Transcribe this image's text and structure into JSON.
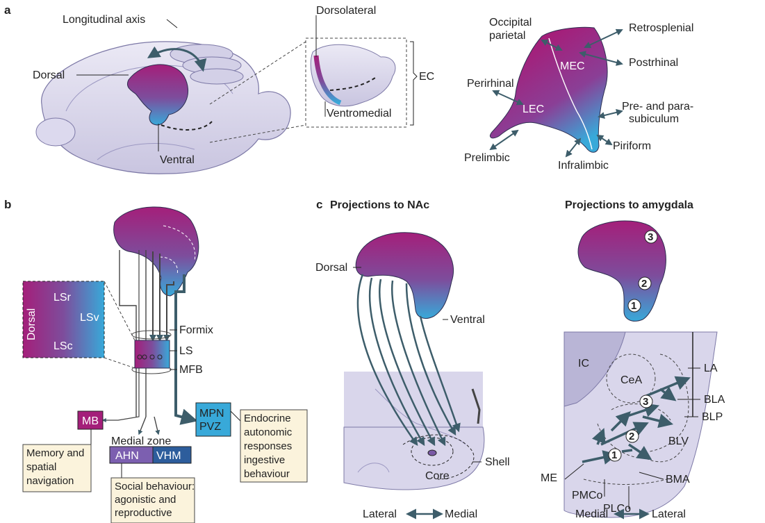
{
  "panel_a": {
    "letter": "a",
    "longitudinal_axis": "Longitudinal axis",
    "dorsal": "Dorsal",
    "ventral": "Ventral",
    "dorsolateral": "Dorsolateral",
    "ventromedial": "Ventromedial",
    "ec": "EC",
    "occipital_l1": "Occipital",
    "occipital_l2": "parietal",
    "retrosplenial": "Retrosplenial",
    "postrhinal": "Postrhinal",
    "mec": "MEC",
    "lec": "LEC",
    "perirhinal": "Perirhinal",
    "prepara_l1": "Pre- and para-",
    "prepara_l2": "subiculum",
    "piriform": "Piriform",
    "prelimbic": "Prelimbic",
    "infralimbic": "Infralimbic"
  },
  "panel_b": {
    "letter": "b",
    "dorsal": "Dorsal",
    "lsr": "LSr",
    "lsv": "LSv",
    "lsc": "LSc",
    "formix": "Formix",
    "ls": "LS",
    "mfb": "MFB",
    "mb": "MB",
    "medial_zone": "Medial zone",
    "ahn": "AHN",
    "vhm": "VHM",
    "mpn": "MPN",
    "pvz": "PVZ",
    "memory_l1": "Memory and",
    "memory_l2": "spatial",
    "memory_l3": "navigation",
    "social_l1": "Social behaviour:",
    "social_l2": "agonistic and",
    "social_l3": "reproductive",
    "endo_l1": "Endocrine",
    "endo_l2": "autonomic",
    "endo_l3": "responses",
    "endo_l4": "ingestive",
    "endo_l5": "behaviour"
  },
  "panel_c": {
    "letter": "c",
    "title_nac": "Projections to NAc",
    "title_amyg": "Projections to amygdala",
    "dorsal": "Dorsal",
    "ventral": "Ventral",
    "shell": "Shell",
    "core": "Core",
    "lateral": "Lateral",
    "medial": "Medial",
    "ic": "IC",
    "cea": "CeA",
    "la": "LA",
    "bla": "BLA",
    "blp": "BLP",
    "blv": "BLV",
    "bma": "BMA",
    "me": "ME",
    "pmco": "PMCo",
    "plco": "PLCo",
    "medial2": "Medial",
    "lateral2": "Lateral",
    "n1": "1",
    "n2": "2",
    "n3": "3"
  },
  "colors": {
    "magenta": "#b0217a",
    "purple": "#7a4fa0",
    "cyan": "#3aa9d6",
    "brain": "#d8d5ea",
    "arrow": "#3d5d6a",
    "note_bg": "#fbf3dc"
  }
}
